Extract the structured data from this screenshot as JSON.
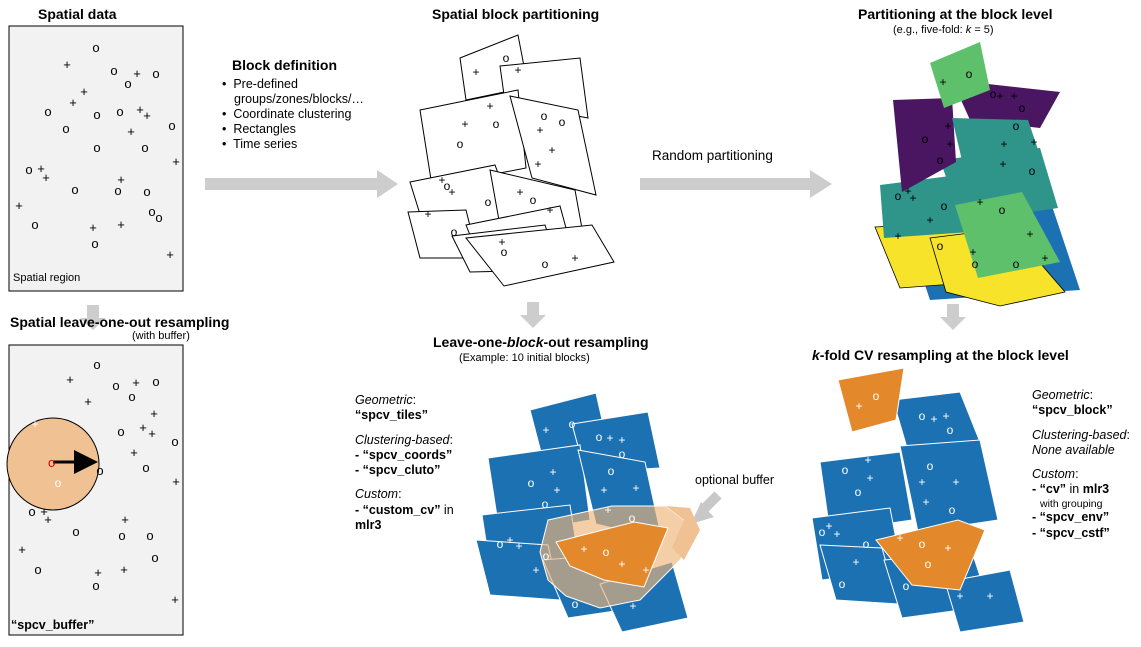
{
  "panels": {
    "spatial_data": {
      "title": "Spatial data",
      "region_label": "Spatial region"
    },
    "block_definition": {
      "title": "Block definition",
      "bullets": [
        "Pre-defined",
        "groups/zones/blocks/…",
        "Coordinate clustering",
        "Rectangles",
        "Time series"
      ]
    },
    "spatial_block": {
      "title": "Spatial block partitioning"
    },
    "random_partitioning": {
      "label": "Random partitioning"
    },
    "block_level": {
      "title": "Partitioning at the block level",
      "subtitle_prefix": "(e.g., five-fold: ",
      "subtitle_k": "k",
      "subtitle_suffix": " = 5)"
    },
    "loo": {
      "title": "Spatial leave-one-out resampling",
      "subtitle": "(with buffer)",
      "method": "“spcv_buffer”"
    },
    "lobo": {
      "title_pre": "Leave-one-",
      "title_italic": "block",
      "title_post": "-out resampling",
      "subtitle": "(Example: 10 initial blocks)",
      "geometric_label": "Geometric",
      "colon": ":",
      "geometric_method": "“spcv_tiles”",
      "clustering_label": "Clustering-based",
      "clustering_methods": [
        "- “spcv_coords”",
        "- “spcv_cluto”"
      ],
      "custom_label": "Custom",
      "custom_method": "- “custom_cv”",
      "custom_in": " in",
      "custom_pkg": "mlr3",
      "buffer_label": "optional buffer"
    },
    "kfold": {
      "title_italic": "k",
      "title_rest": "-fold CV resampling at the block level",
      "geometric_label": "Geometric",
      "geometric_method": "“spcv_block”",
      "clustering_label": "Clustering-based",
      "clustering_none": "None available",
      "custom_label": "Custom",
      "custom_cv": "- “cv”",
      "custom_in": " in ",
      "custom_pkg": "mlr3",
      "custom_grouping": "with grouping",
      "custom_env": "- “spcv_env”",
      "custom_cstf": "- “spcv_cstf”"
    }
  },
  "symbols": {
    "point_o": "o",
    "point_plus": "+"
  },
  "colors": {
    "region_fill": "#f2f2f2",
    "arrow": "#c8c8c8",
    "blue": "#1f6fae",
    "orange": "#e3892b",
    "buffer_circle": "#f0c193",
    "buffer_band": "rgba(238,180,120,0.65)",
    "green": "#5ec06a",
    "purple": "#4b1661",
    "teal": "#2f948a",
    "yellow": "#f7e42a",
    "fold_blue": "#1c71b3"
  }
}
